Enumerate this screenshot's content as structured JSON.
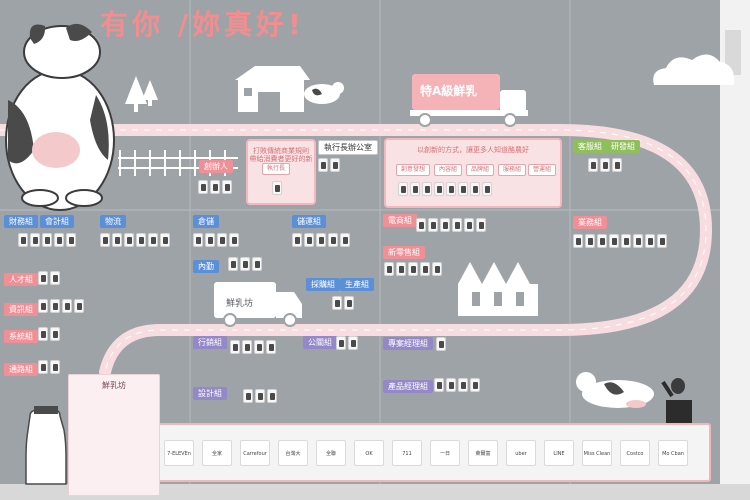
{
  "headline": "有你 /妳真好!",
  "labels": {
    "founder": "創辦人",
    "ceo_office": "執行長辦公室",
    "finance": "財務組",
    "accounting": "會計組",
    "logistics": "物流",
    "warehouse": "倉儲",
    "storage": "儲運組",
    "internal": "內勤",
    "procurement": "採購組",
    "production": "生產組",
    "hr": "人才組",
    "it": "資訊組",
    "systems": "系統組",
    "channel": "通路組",
    "marketing": "行銷組",
    "pr": "公關組",
    "design": "設計組",
    "project": "專案經理組",
    "product": "產品經理組",
    "ecommerce": "電商組",
    "customer": "客服組",
    "rnd": "研發組",
    "new_retail": "新零售組",
    "sales": "業務組"
  },
  "panels": {
    "ceo": {
      "title": "打敗傳統商業規則",
      "subtitle": "帶給消費者更好的新鮮",
      "role": "執行長"
    },
    "marketing": {
      "title": "以創新的方式，讓更多人知道酪農好",
      "chips": [
        "創意發想",
        "內容組",
        "品牌組",
        "服務組",
        "營運組"
      ]
    }
  },
  "truck_text": "特A級鮮乳",
  "van_text": "鮮乳坊",
  "sign_text": "鮮乳坊",
  "sponsors": [
    "7-ELEVEn",
    "全家",
    "Carrefour",
    "台灣大",
    "全聯",
    "OK",
    "711",
    "一日",
    "萊爾富",
    "uber",
    "LINE",
    "Miss Clean",
    "Costco",
    "Mo Cban"
  ]
}
